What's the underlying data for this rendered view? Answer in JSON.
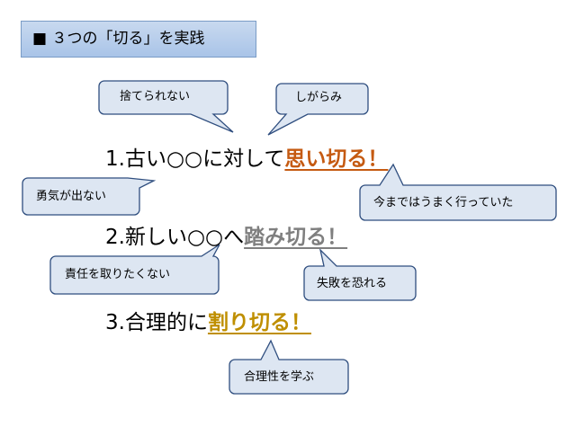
{
  "title": {
    "bullet": "■",
    "text": "３つの「切る」を実践"
  },
  "lines": [
    {
      "prefix": "1.古い○○に対して",
      "emphasis": "思い切る！",
      "emphasis_color": "#c55a11"
    },
    {
      "prefix": "2.新しい○○へ",
      "emphasis": "踏み切る！",
      "emphasis_color": "#7f7f7f"
    },
    {
      "prefix": "3.合理的に",
      "emphasis": "割り切る！",
      "emphasis_color": "#bf8f00"
    }
  ],
  "callouts": [
    {
      "text": "捨てられない"
    },
    {
      "text": "しがらみ"
    },
    {
      "text": "勇気が出ない"
    },
    {
      "text": "今まではうまく行っていた"
    },
    {
      "text": "責任を取りたくない"
    },
    {
      "text": "失敗を恐れる"
    },
    {
      "text": "合理性を学ぶ"
    }
  ],
  "colors": {
    "callout_fill": "#dde6f2",
    "callout_stroke": "#2f4e7f",
    "title_fill": "#b4cbea"
  }
}
